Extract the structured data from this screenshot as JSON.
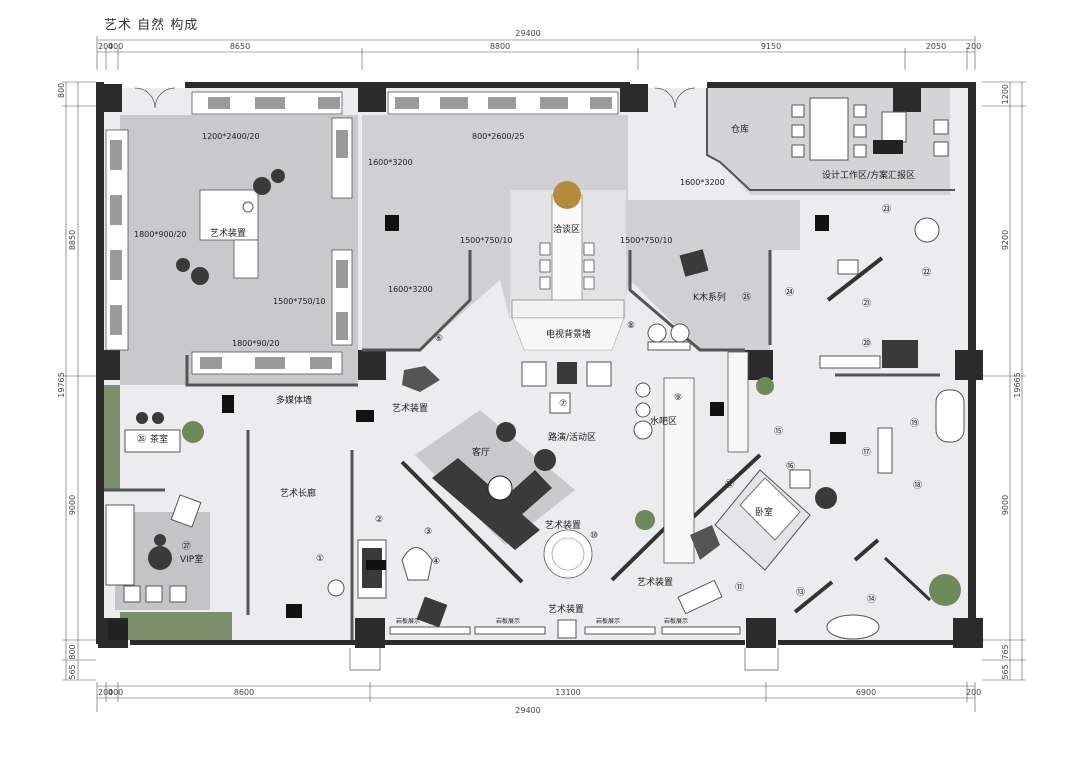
{
  "title": "艺术 自然 构成",
  "dimensions": {
    "top_total": "29400",
    "top_segments": [
      "200",
      "400",
      "8650",
      "8800",
      "9150",
      "2050",
      "200"
    ],
    "bottom_total": "29400",
    "bottom_segments": [
      "200",
      "400",
      "8600",
      "13100",
      "6900",
      "200"
    ],
    "left_segments": [
      "800",
      "8850",
      "19765",
      "9000",
      "800",
      "565"
    ],
    "right_segments": [
      "1200",
      "9200",
      "19665",
      "9000",
      "765",
      "565"
    ]
  },
  "room_labels": {
    "art_install_1": "艺术装置",
    "warehouse": "仓库",
    "design_area": "设计工作区/方案汇报区",
    "negotiation": "洽谈区",
    "k_wood": "K木系列",
    "tv_wall": "电视背景墙",
    "multimedia_wall": "多媒体墙",
    "art_install_2": "艺术装置",
    "tea_room": "茶室",
    "vip_room": "VIP室",
    "art_corridor": "艺术长廊",
    "living_room": "客厅",
    "roadshow": "路演/活动区",
    "water_bar": "水吧区",
    "bedroom": "卧室",
    "art_install_3": "艺术装置",
    "art_install_4": "艺术装置",
    "art_install_5": "艺术装置"
  },
  "size_labels": {
    "s1": "1200*2400/20",
    "s2": "800*2600/25",
    "s3": "1600*3200",
    "s4": "1600*3200",
    "s5": "1800*900/20",
    "s6": "1500*750/10",
    "s7": "1500*750/10",
    "s8": "1600*3200",
    "s9": "1500*750/10",
    "s10": "1800*90/20"
  },
  "display_labels": [
    "岩板展示",
    "岩板展示",
    "岩板展示",
    "岩板展示"
  ],
  "markers": {
    "m1": "①",
    "m2": "②",
    "m3": "③",
    "m4": "④",
    "m6": "⑥",
    "m7": "⑦",
    "m8": "⑧",
    "m9": "⑨",
    "m10": "⑩",
    "m11": "⑪",
    "m12": "⑫",
    "m13": "⑬",
    "m14": "⑭",
    "m15": "⑮",
    "m16": "⑯",
    "m17": "⑰",
    "m18": "⑱",
    "m19": "⑲",
    "m20": "⑳",
    "m21": "㉑",
    "m22": "㉒",
    "m23": "㉓",
    "m24": "㉔",
    "m25": "㉕",
    "m26": "㉖",
    "m27": "㉗"
  },
  "colors": {
    "wall": "#2b2b2b",
    "floor_light": "#e9e9ec",
    "floor_gray": "#c9c9cc",
    "floor_room": "#d6d6d9",
    "plant": "#6f8a5a"
  }
}
